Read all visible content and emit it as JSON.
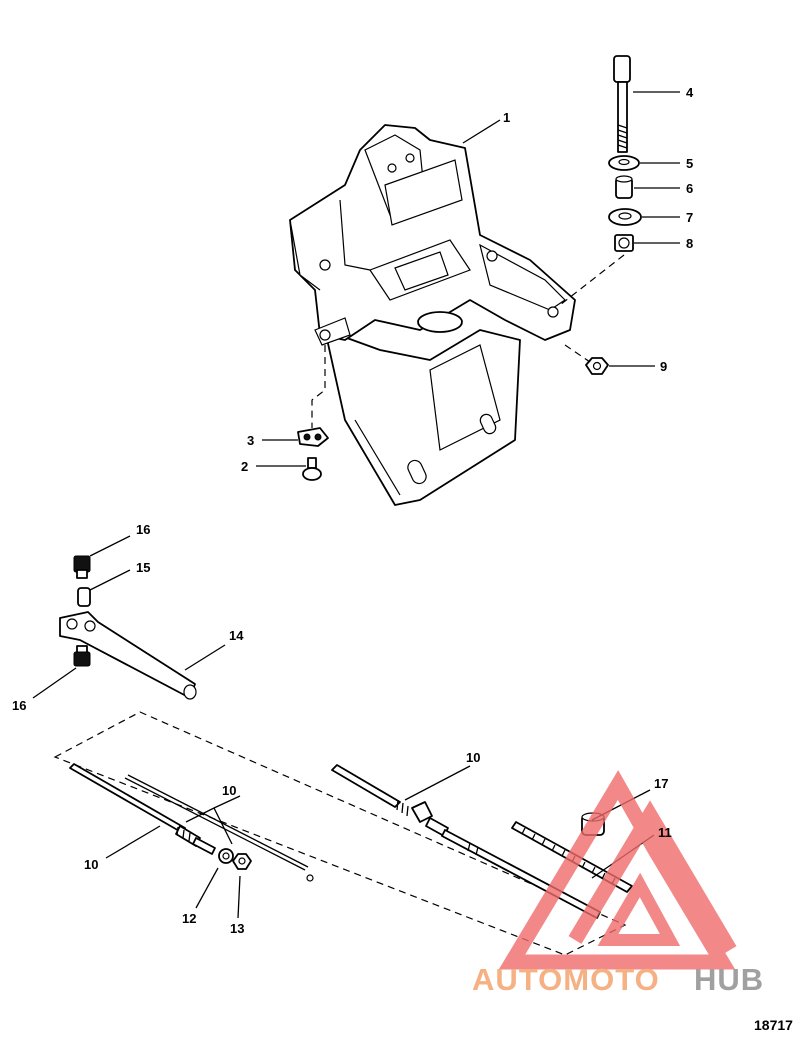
{
  "callouts": {
    "c1": "1",
    "c2": "2",
    "c3": "3",
    "c4": "4",
    "c5": "5",
    "c6": "6",
    "c7": "7",
    "c8": "8",
    "c9": "9",
    "c10a": "10",
    "c10b": "10",
    "c10c": "10",
    "c11": "11",
    "c12": "12",
    "c13": "13",
    "c14": "14",
    "c15": "15",
    "c16a": "16",
    "c16b": "16",
    "c17": "17"
  },
  "watermark": {
    "text_left": "AUTOMOTO",
    "text_right": "HUB",
    "color_left": "#f5b183",
    "color_right": "#a0a0a0",
    "triangle_color": "#ef6b6b"
  },
  "figure_number": "18717"
}
